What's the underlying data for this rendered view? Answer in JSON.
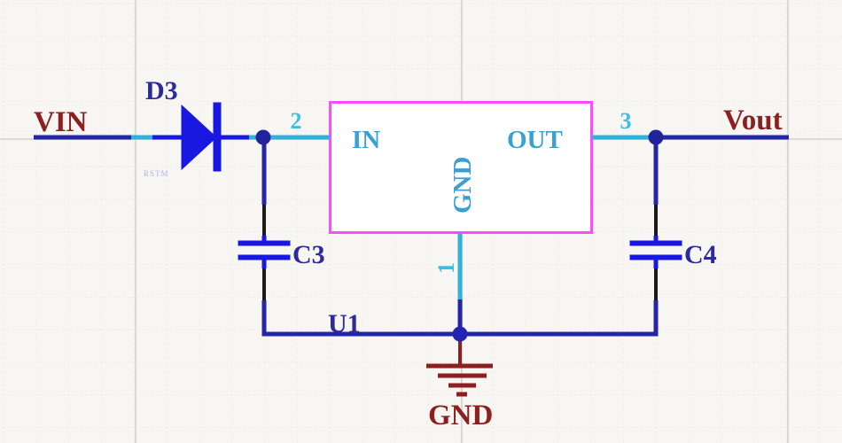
{
  "schematic": {
    "nets": {
      "vin_label": "VIN",
      "vout_label": "Vout",
      "gnd_label": "GND"
    },
    "components": {
      "diode": {
        "ref_des": "D3",
        "note": "RSTM"
      },
      "input_cap": {
        "ref_des": "C3"
      },
      "output_cap": {
        "ref_des": "C4"
      },
      "regulator": {
        "ref_des": "U1",
        "pin_in": {
          "number": "2",
          "name": "IN"
        },
        "pin_out": {
          "number": "3",
          "name": "OUT"
        },
        "pin_gnd": {
          "number": "1",
          "name": "GND"
        }
      }
    },
    "colors": {
      "background": "#F8F6F2",
      "grid_minor": "#E7E3DE",
      "grid_major": "#DCD8D3",
      "wire_navy": "#2526A6",
      "pin_wire_cyan": "#2FB3D9",
      "component_blue": "#1818E0",
      "pin_lead_black": "#1A1A1A",
      "ic_border_magenta": "#FF4AFF",
      "pin_name_blue": "#3AA0D2",
      "pin_number_cyan": "#41BCE4",
      "net_label_red": "#8E1F1F",
      "ref_label_navy": "#2B2B9B"
    }
  }
}
